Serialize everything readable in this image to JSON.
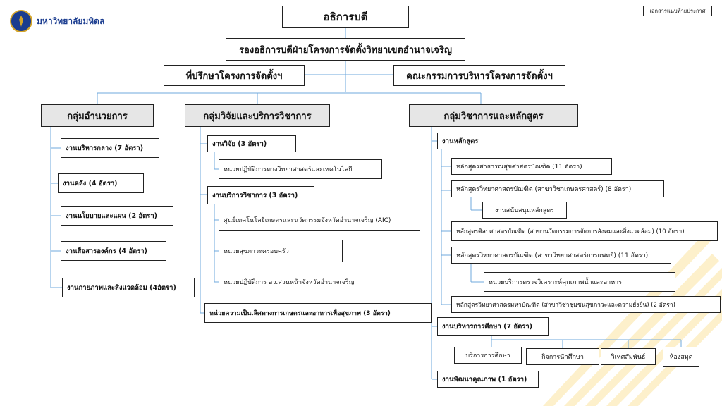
{
  "header": {
    "logo_text": "มหาวิทยาลัยมหิดล",
    "note": "เอกสารแนบท้ายประกาศ"
  },
  "org": {
    "president": "อธิการบดี",
    "vice_president": "รองอธิการบดีฝ่ายโครงการจัดตั้งวิทยาเขตอำนาจเจริญ",
    "advisor": "ที่ปรึกษาโครงการจัดตั้งฯ",
    "committee": "คณะกรรมการบริหารโครงการจัดตั้งฯ"
  },
  "groups": {
    "admin": {
      "title": "กลุ่มอำนวยการ",
      "units": [
        "งานบริหารกลาง (7 อัตรา)",
        "งานคลัง (4 อัตรา)",
        "งานนโยบายและแผน (2 อัตรา)",
        "งานสื่อสารองค์กร (4 อัตรา)",
        "งานกายภาพและสิ่งแวดล้อม (4อัตรา)"
      ]
    },
    "research": {
      "title": "กลุ่มวิจัยและบริการวิชาการ",
      "research_unit": "งานวิจัย (3 อัตรา)",
      "research_sub": "หน่วยปฏิบัติการทางวิทยาศาสตร์และเทคโนโลยี",
      "service_unit": "งานบริการวิชาการ (3 อัตรา)",
      "service_subs": [
        "ศูนย์เทคโนโลยีเกษตรและนวัตกรรมจังหวัดอำนาจเจริญ (AIC)",
        "หน่วยสุขภาวะครอบครัว",
        "หน่วยปฏิบัติการ อว.ส่วนหน้าจังหวัดอำนาจเจริญ"
      ],
      "excellence_unit": "หน่วยความเป็นเลิศทางการเกษตรและอาหารเพื่อสุขภาพ (3 อัตรา)"
    },
    "academic": {
      "title": "กลุ่มวิชาการและหลักสูตร",
      "curriculum_unit": "งานหลักสูตร",
      "programs": [
        "หลักสูตรสาธารณสุขศาสตรบัณฑิต (11 อัตรา)",
        "หลักสูตรวิทยาศาสตรบัณฑิต (สาขาวิชาเกษตรศาสตร์) (8 อัตรา)",
        "หลักสูตรศิลปศาสตรบัณฑิต (สาขานวัตกรรมการจัดการสังคมและสิ่งแวดล้อม) (10 อัตรา)",
        "หลักสูตรวิทยาศาสตรบัณฑิต (สาขาวิทยาศาสตร์การแพทย์) (11 อัตรา)",
        "หลักสูตรวิทยาศาสตรมหาบัณฑิต (สาขาวิชาชุมชนสุขภาวะและความยั่งยืน) (2 อัตรา)"
      ],
      "curriculum_support": "งานสนับสนุนหลักสูตร",
      "quality_service": "หน่วยบริการตรวจวิเคราะห์คุณภาพน้ำและอาหาร",
      "education_unit": "งานบริหารการศึกษา (7 อัตรา)",
      "education_subs": [
        "บริการการศึกษา",
        "กิจการนักศึกษา",
        "วิเทศสัมพันธ์",
        "ห้องสมุด"
      ],
      "quality_unit": "งานพัฒนาคุณภาพ (1 อัตรา)"
    }
  }
}
